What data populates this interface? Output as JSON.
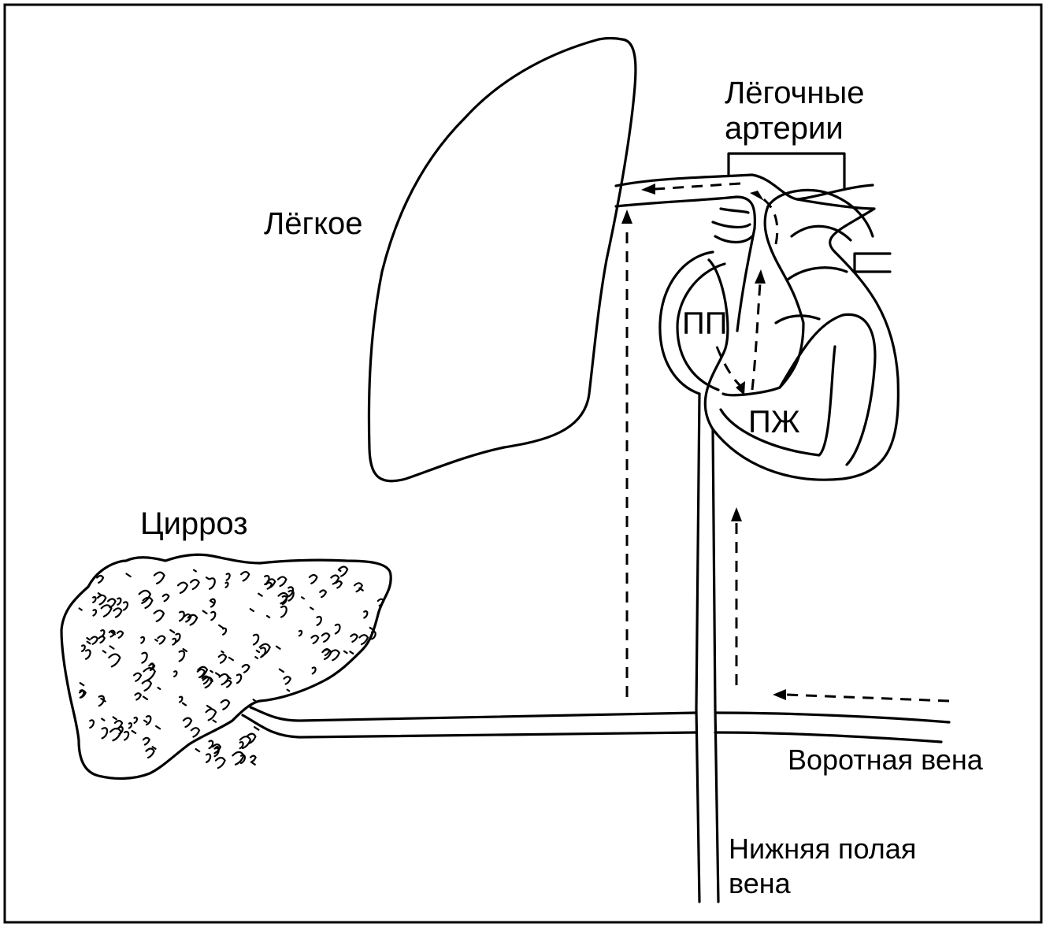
{
  "labels": {
    "lung": "Лёгкое",
    "pulmonary_arteries_line1": "Лёгочные",
    "pulmonary_arteries_line2": "артерии",
    "right_atrium": "ПП",
    "right_ventricle": "ПЖ",
    "cirrhosis": "Цирроз",
    "portal_vein": "Воротная вена",
    "ivc_line1": "Нижняя полая",
    "ivc_line2": "вена"
  }
}
